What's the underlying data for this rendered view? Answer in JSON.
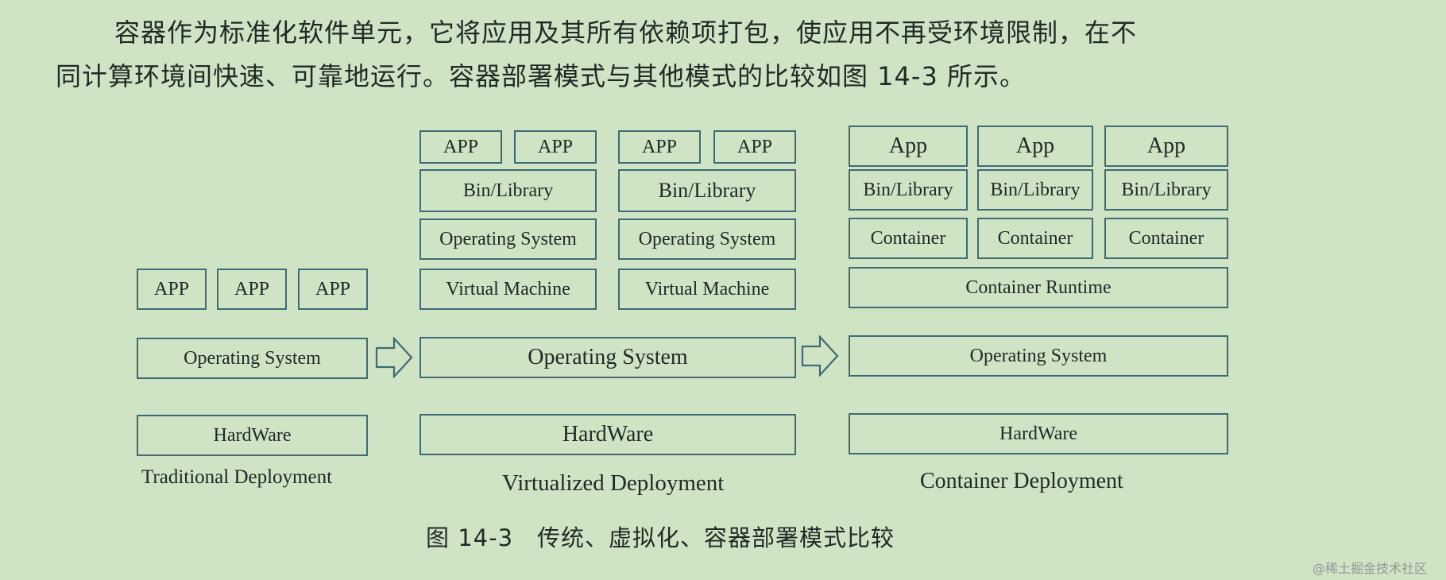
{
  "paragraph": {
    "line1": "容器作为标准化软件单元，它将应用及其所有依赖项打包，使应用不再受环境限制，在不",
    "line2": "同计算环境间快速、可靠地运行。容器部署模式与其他模式的比较如图 14-3 所示。"
  },
  "traditional": {
    "apps": [
      "APP",
      "APP",
      "APP"
    ],
    "os": "Operating System",
    "hardware": "HardWare",
    "title": "Traditional Deployment"
  },
  "virtualized": {
    "apps": [
      "APP",
      "APP",
      "APP",
      "APP"
    ],
    "bins": [
      "Bin/Library",
      "Bin/Library"
    ],
    "guest_os": [
      "Operating System",
      "Operating System"
    ],
    "vms": [
      "Virtual Machine",
      "Virtual Machine"
    ],
    "os": "Operating System",
    "hardware": "HardWare",
    "title": "Virtualized Deployment"
  },
  "container": {
    "apps": [
      "App",
      "App",
      "App"
    ],
    "bins": [
      "Bin/Library",
      "Bin/Library",
      "Bin/Library"
    ],
    "containers": [
      "Container",
      "Container",
      "Container"
    ],
    "runtime": "Container Runtime",
    "os": "Operating System",
    "hardware": "HardWare",
    "title": "Container Deployment"
  },
  "caption": "图 14-3　传统、虚拟化、容器部署模式比较",
  "watermark": "@稀土掘金技术社区",
  "colors": {
    "background": "#cfe3c5",
    "box_border": "#3f6b74",
    "text": "#1f2a24"
  }
}
